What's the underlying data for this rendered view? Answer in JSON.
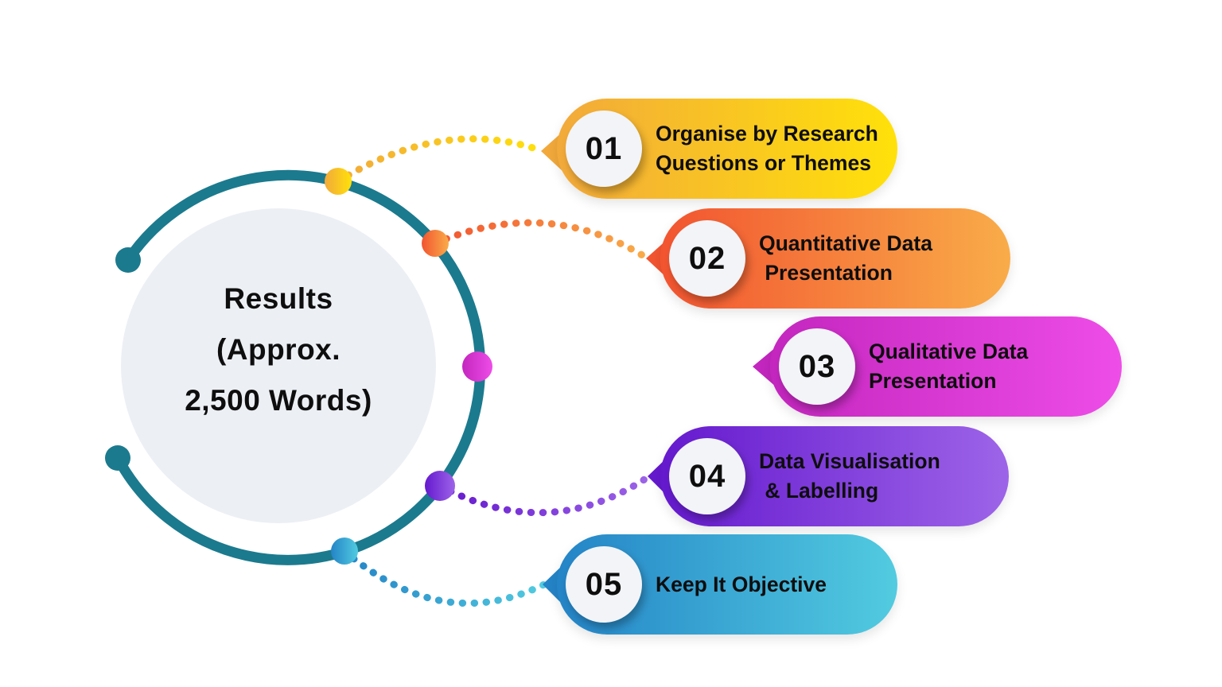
{
  "title": {
    "lines": [
      "Results",
      "(Approx.",
      "2,500 Words)"
    ]
  },
  "colors": {
    "background": "#FFFFFF",
    "ring": "#1B7A8E",
    "center_circle": "#ECEFF4",
    "number_circle": "#F2F4F8",
    "text": "#0E0E0E"
  },
  "items": [
    {
      "number": "01",
      "lines": [
        "Organise by Research",
        "Questions or Themes"
      ],
      "colors": {
        "start": "#F2A93B",
        "end": "#FFE10A"
      }
    },
    {
      "number": "02",
      "lines": [
        "Quantitative Data",
        " Presentation"
      ],
      "colors": {
        "start": "#F25430",
        "end": "#F9AC49"
      }
    },
    {
      "number": "03",
      "lines": [
        "Qualitative Data",
        "Presentation"
      ],
      "colors": {
        "start": "#C326BE",
        "end": "#EE4DE7"
      }
    },
    {
      "number": "04",
      "lines": [
        "Data Visualisation",
        " & Labelling"
      ],
      "colors": {
        "start": "#6519CE",
        "end": "#9D64E8"
      }
    },
    {
      "number": "05",
      "lines": [
        "Keep It Objective"
      ],
      "colors": {
        "start": "#2484C7",
        "end": "#52CBE0"
      }
    }
  ]
}
